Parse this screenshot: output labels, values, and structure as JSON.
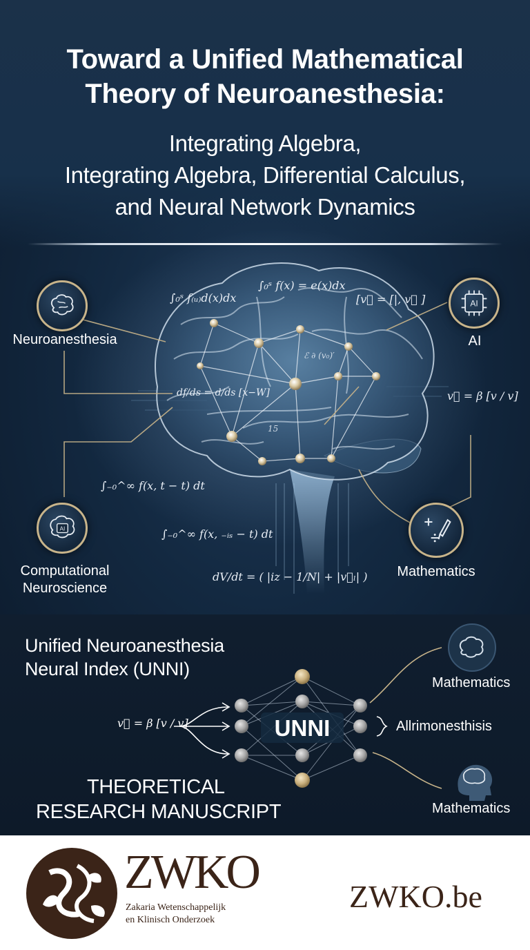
{
  "header": {
    "title_line1": "Toward a Unified Mathematical",
    "title_line2": "Theory of Neuroanesthesia:",
    "subtitle_line1": "Integrating Algebra,",
    "subtitle_line2": "Integrating Algebra, Differential Calculus,",
    "subtitle_line3": "and Neural Network Dynamics"
  },
  "nodes": {
    "neuroanesthesia": "Neuroanesthesia",
    "ai": "AI",
    "ai_badge_text": "AI",
    "computational_line1": "Computational",
    "computational_line2": "Neuroscience",
    "computational_badge_text": "AI",
    "mathematics": "Mathematics"
  },
  "equations": {
    "eq1": "∫₀ˢ f₍ᵤ₎d(x)dx",
    "eq2": "∫₀ˢ f(x) = e(x)dx",
    "eq3": "[v⃗ = [|, v⃗ ]",
    "eq4": "v⃗ = β [v / v]",
    "eq5": "df/ds = d/ds [x−W]",
    "eq6": "∫₋₀^∞ f(x, t − t) dt",
    "eq7": "∫₋₀^∞ f(x, ₋ᵢₛ − t) dt",
    "eq8": "dV/dt = ( |iz − 1/N| + |v⃗ₗ| )",
    "eq9": "ℰ ∂ (v₀)′",
    "eq10": "15"
  },
  "unni": {
    "title_line1": "Unified Neuroanesthesia",
    "title_line2": "Neural Index (UNNI)",
    "center_label": "UNNI",
    "input_eq": "v⃗ = β [v / v]",
    "right_top": "Mathematics",
    "right_mid": "Allrimonesthisis",
    "right_bottom": "Mathematics",
    "manuscript_line1": "THEORETICAL",
    "manuscript_line2": "RESEARCH MANUSCRIPT"
  },
  "footer": {
    "wordmark": "ZWKO",
    "tagline_line1": "Zakaria Wetenschappelijk",
    "tagline_line2": "en Klinisch Onderzoek",
    "website": "ZWKO.be"
  },
  "colors": {
    "background": "#132941",
    "accent_gold": "#c8b48a",
    "brand_brown": "#3b2418"
  }
}
